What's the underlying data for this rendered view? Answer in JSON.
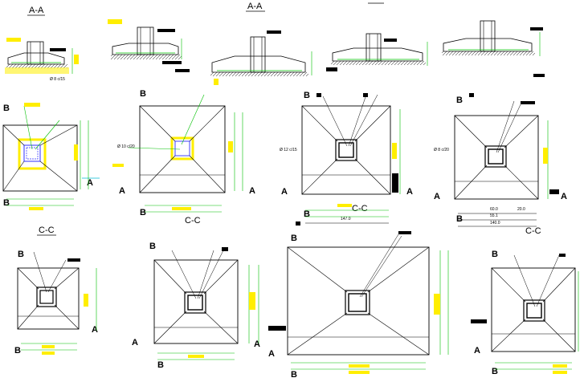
{
  "section_titles": {
    "aa_small": "A-A",
    "aa_main": "A-A",
    "cc_1": "C-C",
    "cc_2": "C-C",
    "cc_3": "C-C",
    "cc_4": "C-C"
  },
  "markers": {
    "b": "B",
    "a": "A"
  },
  "rebar_notes": {
    "n1": "Ø 8 c/15",
    "n2": "Ø 10 c/20",
    "n3": "Ø 12 c/15",
    "n4": "Ø 8 c/20"
  },
  "dimensions": {
    "d1": "147.0",
    "d2": "140.0",
    "d3": "60.0",
    "d4": "55.1",
    "d5": "20.0"
  },
  "colors": {
    "line": "#000000",
    "green": "#00c000",
    "yellow": "#ffee00",
    "cyan": "#00bcd4",
    "blue": "#3030ff",
    "paper": "#ffffff"
  }
}
